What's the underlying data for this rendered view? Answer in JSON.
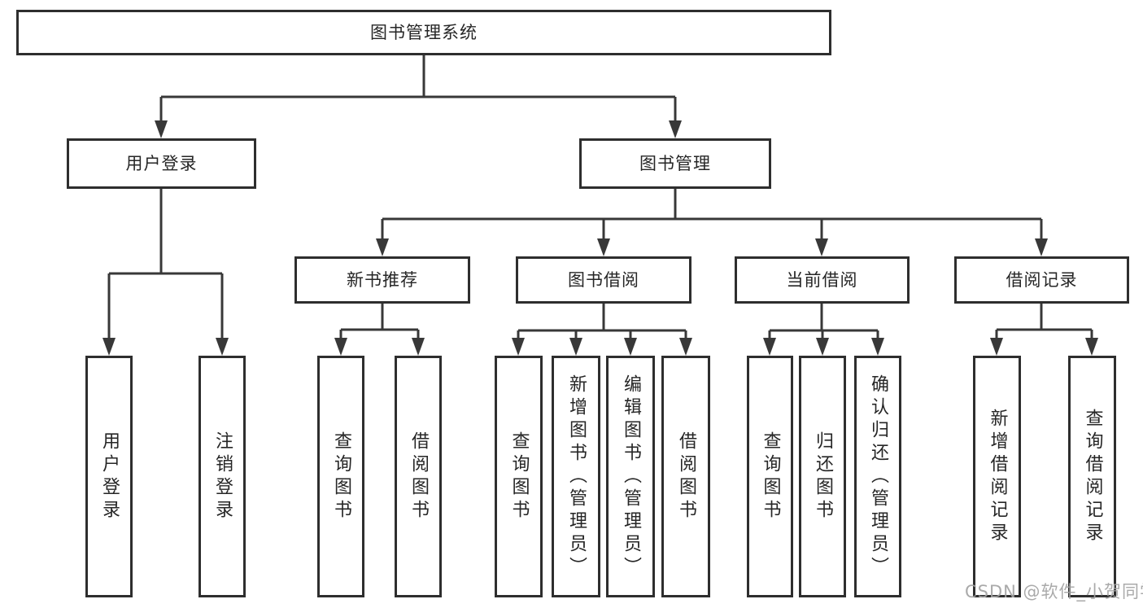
{
  "diagram": {
    "type": "hierarchy-tree",
    "colors": {
      "background": "#ffffff",
      "box_border": "#2e2e2e",
      "connector_line": "#383838",
      "text": "#262626",
      "watermark_text": "#a3a3a3"
    },
    "tree": {
      "label": "图书管理系统",
      "children": [
        {
          "label": "用户登录",
          "children": [
            {
              "label": "用户登录"
            },
            {
              "label": "注销登录"
            }
          ]
        },
        {
          "label": "图书管理",
          "children": [
            {
              "label": "新书推荐",
              "children": [
                {
                  "label": "查询图书"
                },
                {
                  "label": "借阅图书"
                }
              ]
            },
            {
              "label": "图书借阅",
              "children": [
                {
                  "label": "查询图书"
                },
                {
                  "label": "新增图书（管理员）"
                },
                {
                  "label": "编辑图书（管理员）"
                },
                {
                  "label": "借阅图书"
                }
              ]
            },
            {
              "label": "当前借阅",
              "children": [
                {
                  "label": "查询图书"
                },
                {
                  "label": "归还图书"
                },
                {
                  "label": "确认归还（管理员）"
                }
              ]
            },
            {
              "label": "借阅记录",
              "children": [
                {
                  "label": "新增借阅记录"
                },
                {
                  "label": "查询借阅记录"
                }
              ]
            }
          ]
        }
      ]
    },
    "watermark": {
      "text": "CSDN @软件_小贺同学"
    }
  }
}
